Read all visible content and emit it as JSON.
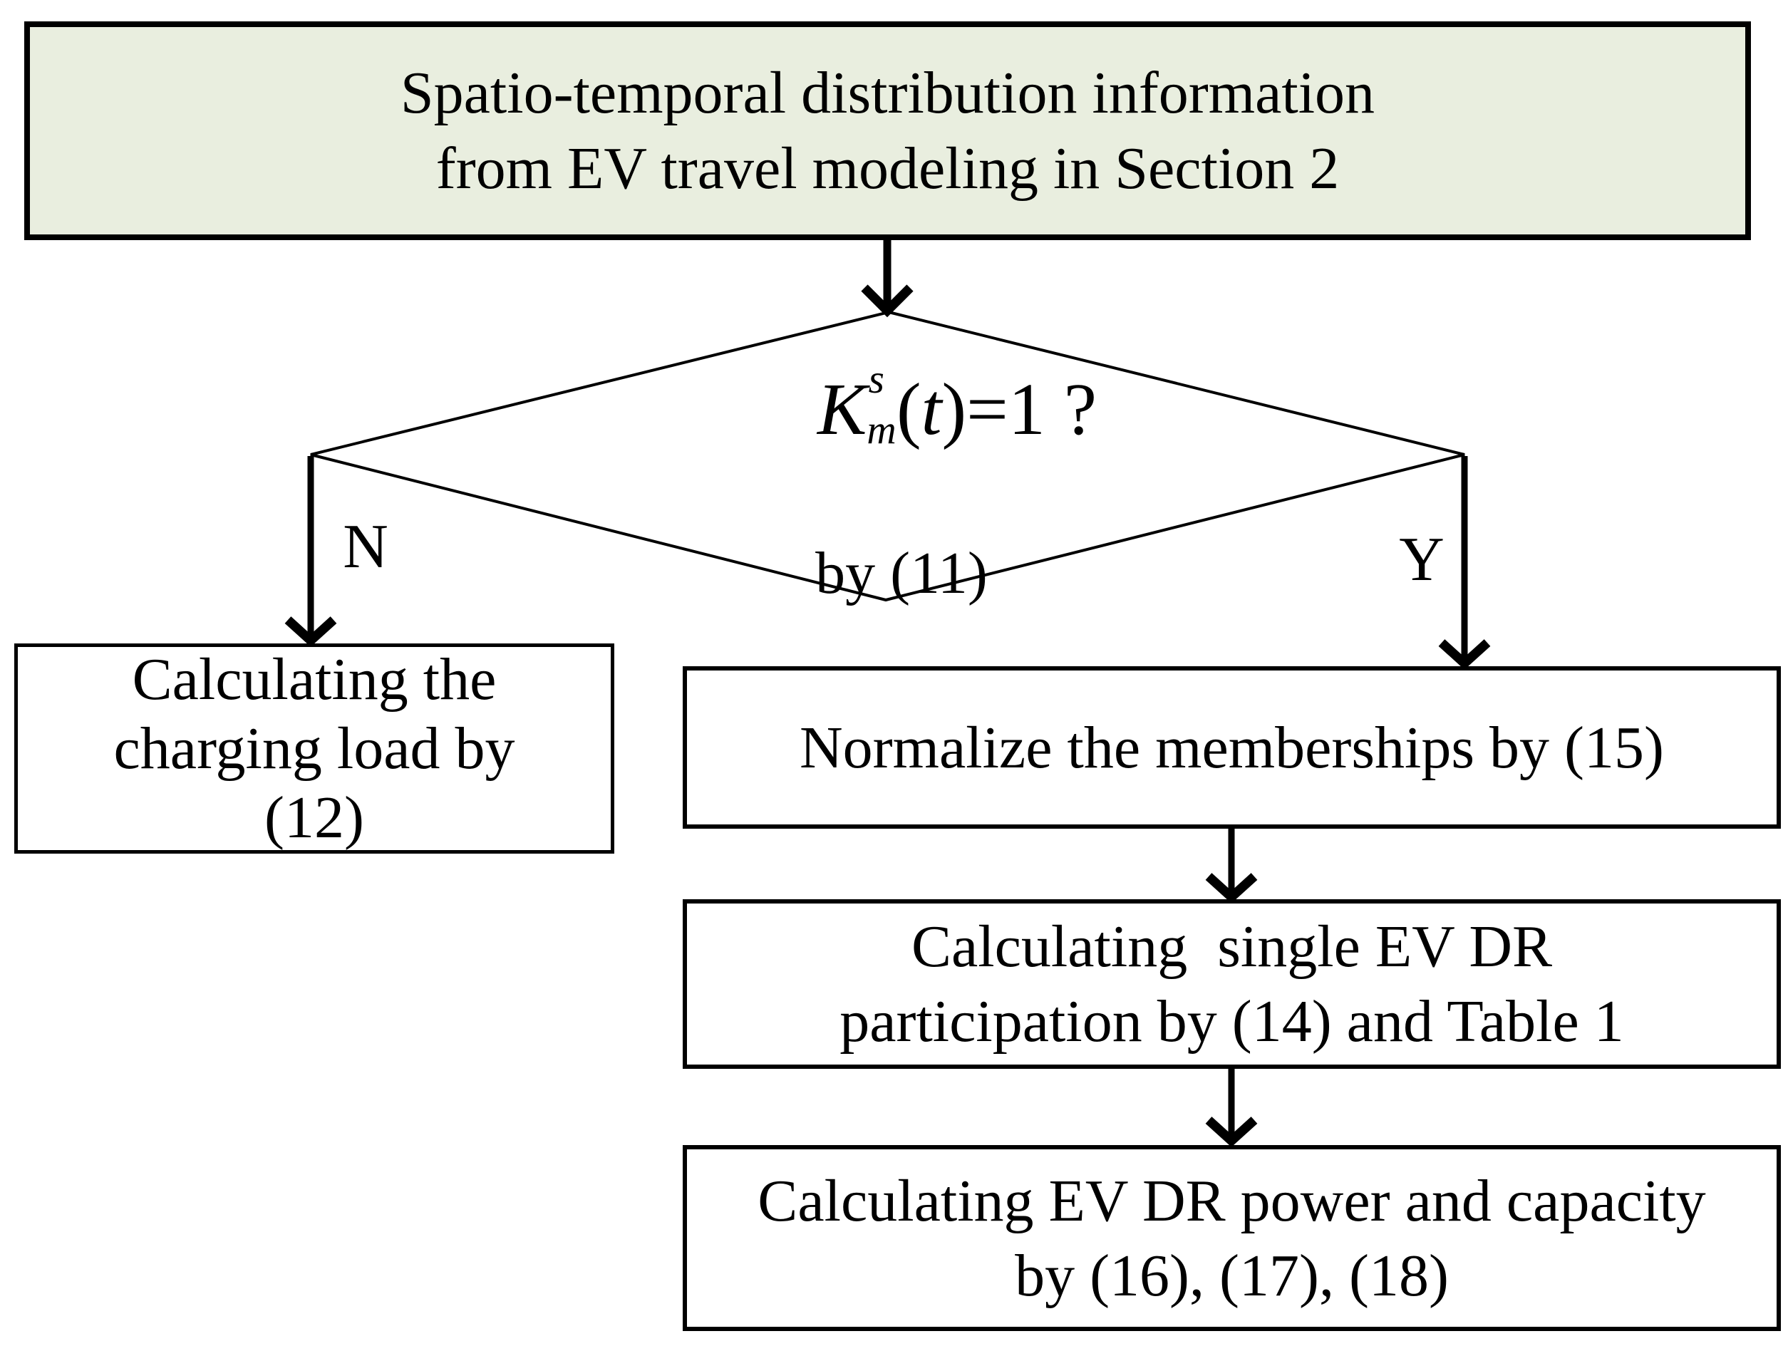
{
  "flowchart": {
    "title_note": "EV demand-response calculation flowchart",
    "colors": {
      "start_fill": "#e9eedf",
      "stroke": "#000000",
      "box_fill": "#ffffff"
    },
    "start": {
      "lines": [
        "Spatio-temporal distribution information",
        "from EV travel modeling in Section 2"
      ]
    },
    "decision": {
      "formula": {
        "base": "K",
        "sup": "s",
        "sub": "m",
        "open": "(",
        "var": "t",
        "close": ")=1 ?"
      },
      "method": "by (11)",
      "no_label": "N",
      "yes_label": "Y"
    },
    "no_box": {
      "lines": [
        "Calculating the",
        "charging load by",
        "(12)"
      ]
    },
    "yes_boxes": [
      {
        "lines": [
          "Normalize the memberships by (15)"
        ]
      },
      {
        "lines": [
          "Calculating  single EV DR",
          "participation by (14) and Table 1"
        ]
      },
      {
        "lines": [
          "Calculating EV DR power and capacity",
          "by (16), (17), (18)"
        ]
      }
    ]
  }
}
